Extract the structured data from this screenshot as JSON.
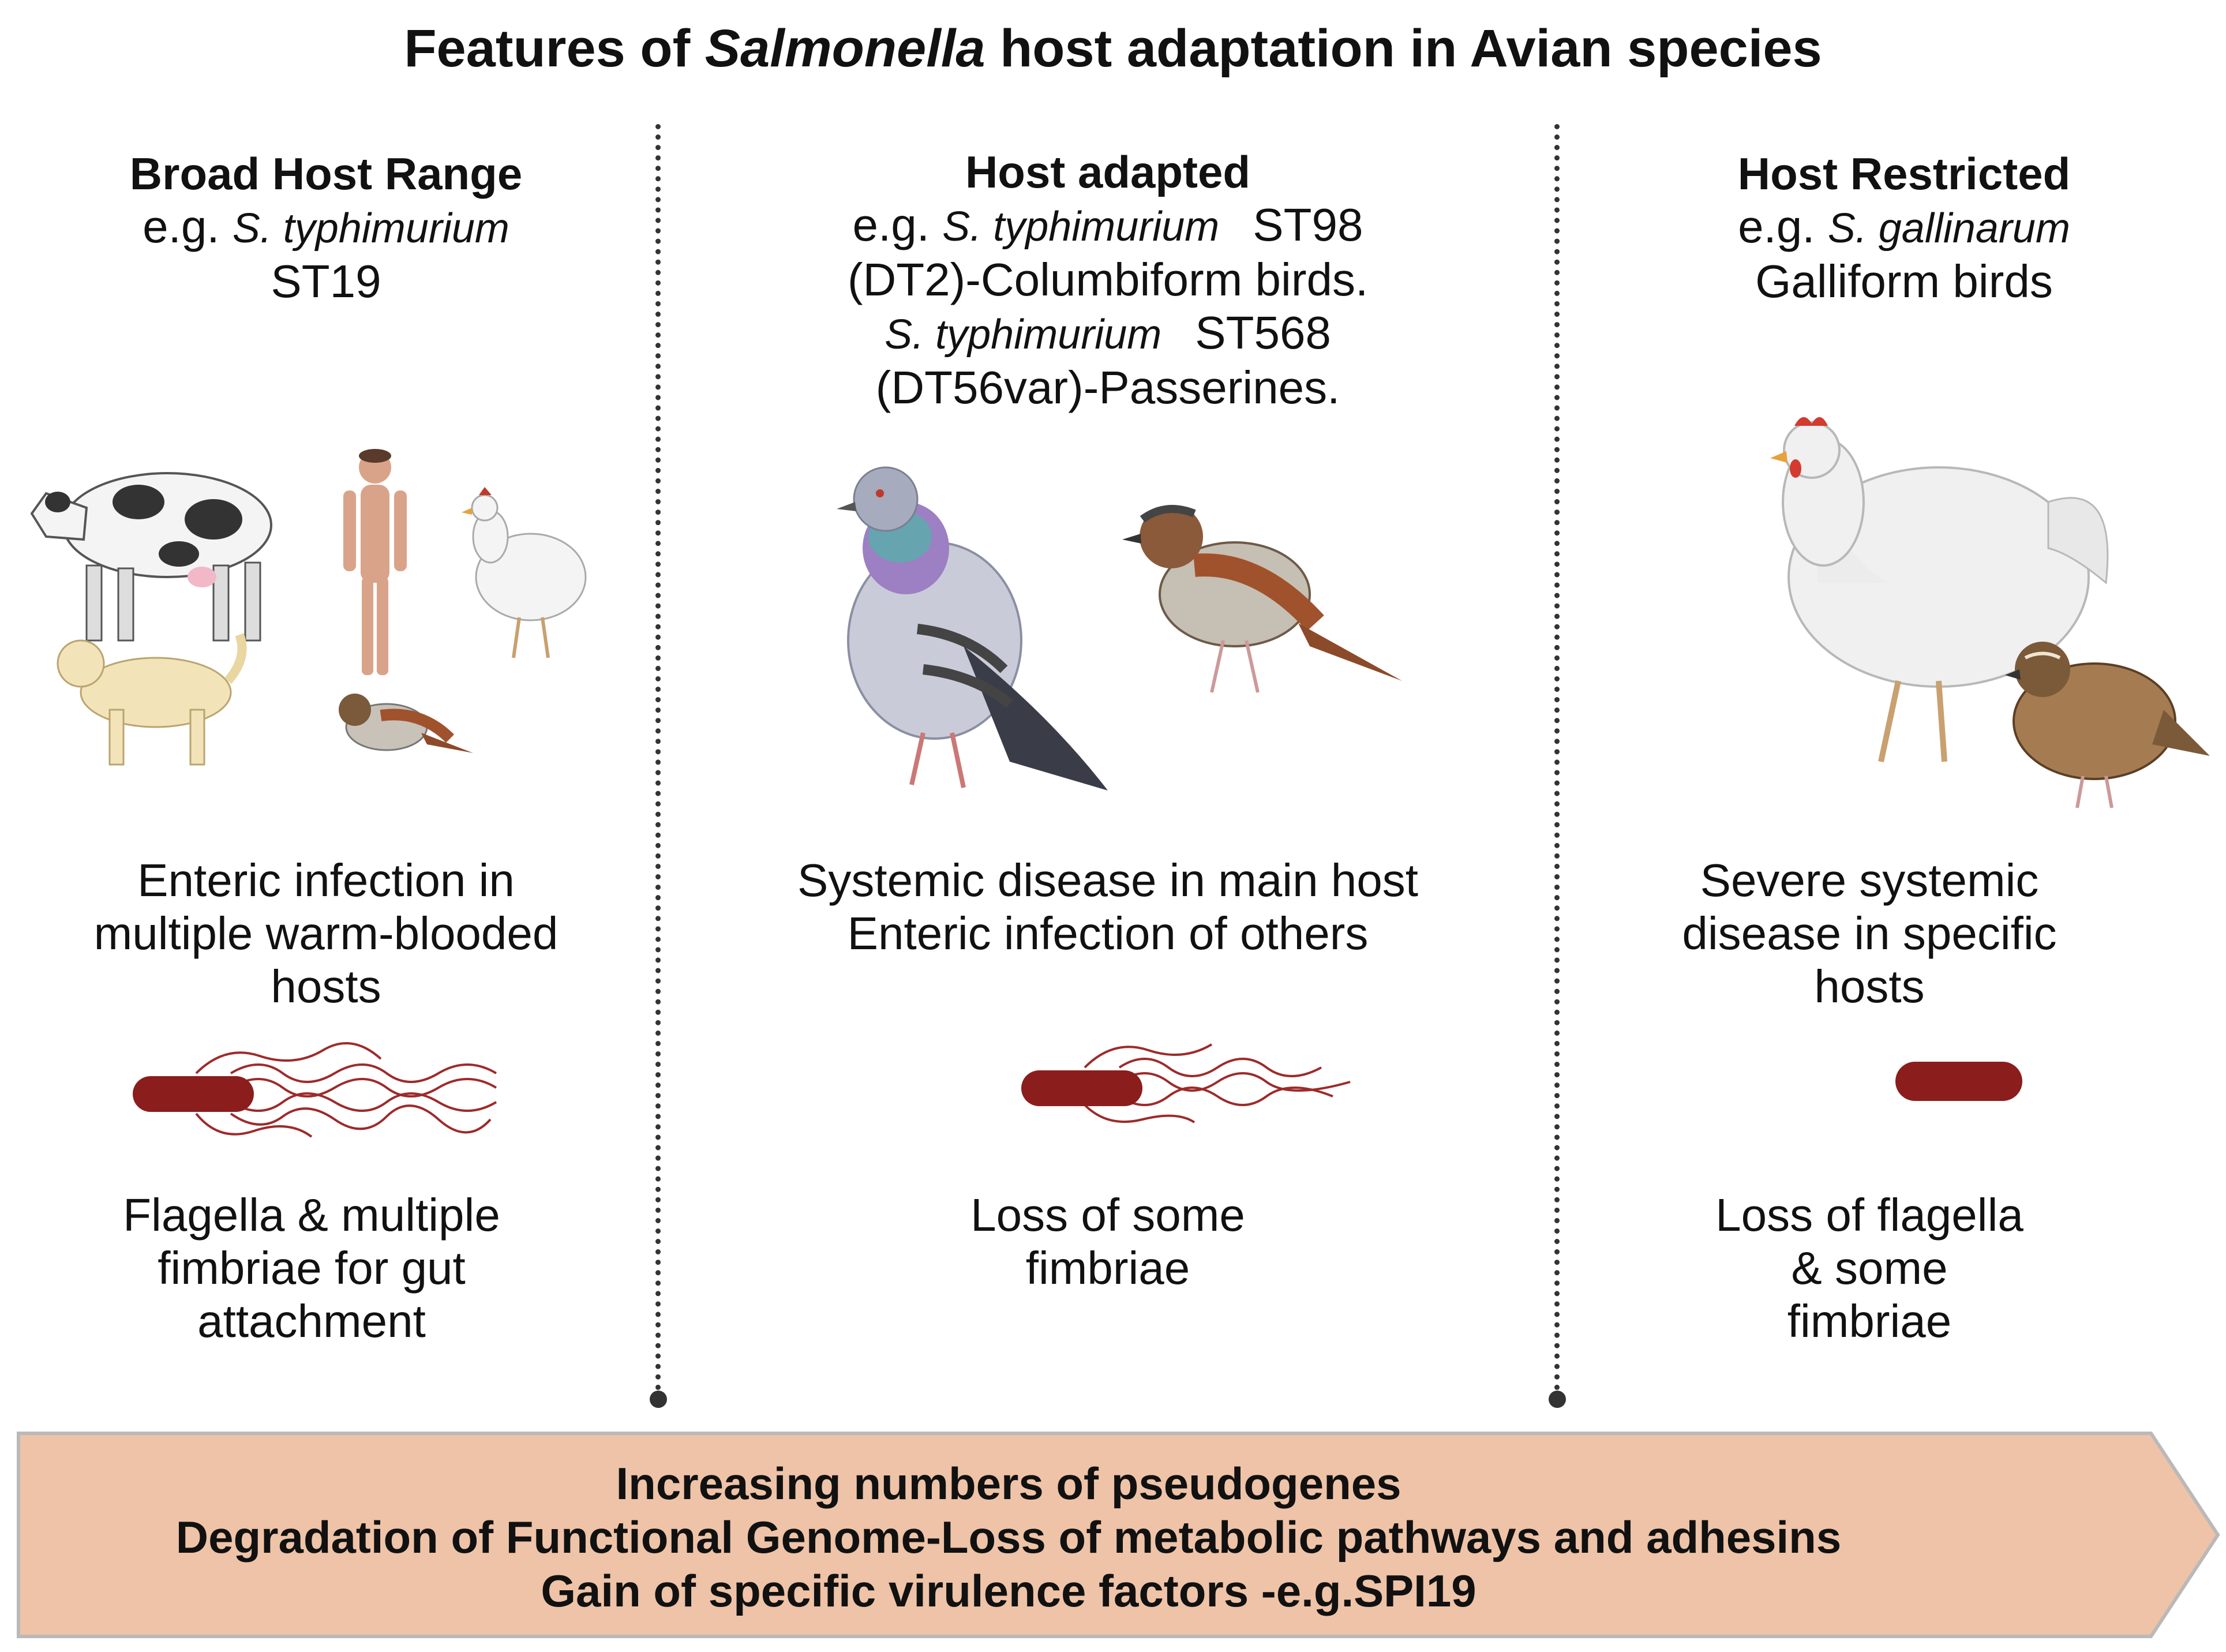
{
  "title": {
    "prefix": "Features of ",
    "italic": "Salmonella",
    "suffix": " host adaptation in Avian species"
  },
  "columns": [
    {
      "heading": "Broad Host Range",
      "example_prefix": "e.g. ",
      "example_italic": "S. typhimurium",
      "example_line2": "ST19",
      "description": [
        "Enteric infection in",
        "multiple warm-blooded",
        "hosts"
      ],
      "features": [
        "Flagella & multiple",
        "fimbriae for gut",
        "attachment"
      ]
    },
    {
      "heading": "Host adapted",
      "example_prefix": "e.g. ",
      "example_italic": "S. typhimurium",
      "example_code1": "ST98",
      "example_line2": "(DT2)-Columbiform birds.",
      "example_italic2": "S. typhimurium",
      "example_code2": "ST568",
      "example_line4": "(DT56var)-Passerines.",
      "description": [
        "Systemic disease in main host",
        "Enteric infection of others"
      ],
      "features": [
        "Loss of some",
        "fimbriae"
      ]
    },
    {
      "heading": "Host Restricted",
      "example_prefix": "e.g. ",
      "example_italic": "S. gallinarum",
      "example_line2": "Galliform birds",
      "description": [
        "Severe systemic",
        "disease in specific",
        "hosts"
      ],
      "features": [
        "Loss of flagella",
        "& some",
        "fimbriae"
      ]
    }
  ],
  "arrow_lines": [
    "Increasing numbers of pseudogenes",
    "Degradation of Functional Genome-Loss of metabolic pathways and adhesins",
    "Gain of specific virulence factors -e.g.SPI19"
  ],
  "colors": {
    "arrow_fill": "#eec3a7",
    "arrow_stroke": "#b9b9b9",
    "bacteria": "#8b1d1d",
    "flagella": "#9e2a2a"
  }
}
